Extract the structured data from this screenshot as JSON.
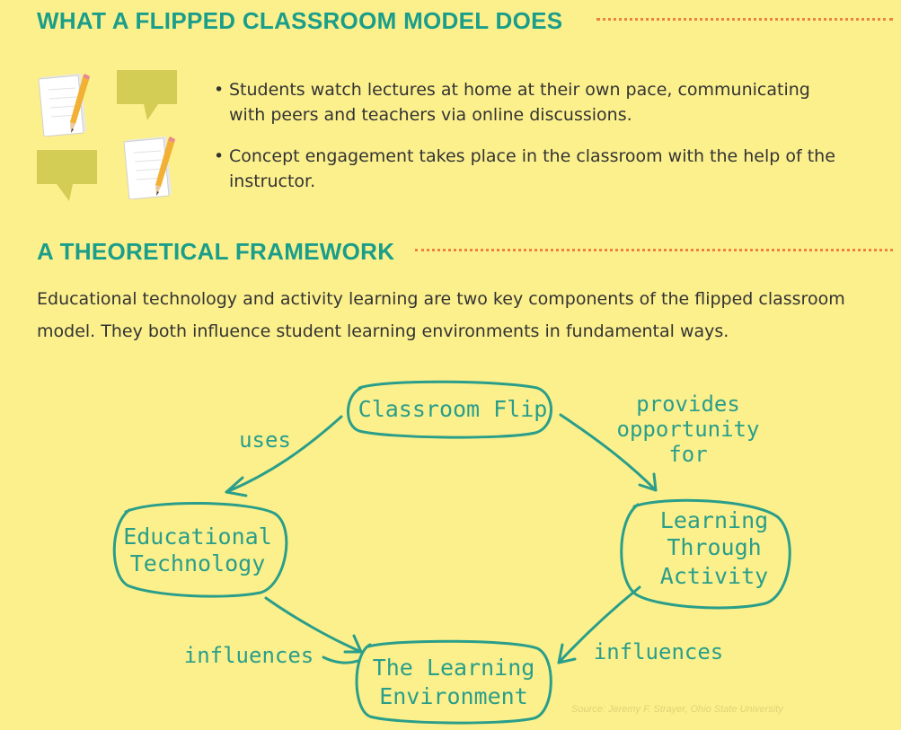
{
  "section1": {
    "title": "WHAT A FLIPPED CLASSROOM MODEL DOES",
    "bullets": [
      "Students watch lectures at home at their own pace, communicating with peers and teachers via online discussions.",
      "Concept engagement takes place in the classroom with the help of the instructor."
    ],
    "icons": [
      "notepad-pencil-icon",
      "speech-bubble-icon",
      "speech-bubble-icon",
      "notepad-pencil-icon"
    ]
  },
  "section2": {
    "title": "A THEORETICAL FRAMEWORK",
    "intro": "Educational technology and activity learning are two key components of the flipped classroom model. They both influence student learning environments in fundamental ways."
  },
  "diagram": {
    "nodes": {
      "classroom_flip": "Classroom Flip",
      "educational_technology": [
        "Educational",
        "Technology"
      ],
      "learning_through_activity": [
        "Learning",
        "Through",
        "Activity"
      ],
      "learning_environment": [
        "The Learning",
        "Environment"
      ]
    },
    "edges": {
      "uses": "uses",
      "provides": [
        "provides",
        "opportunity",
        "for"
      ],
      "influences_left": "influences",
      "influences_right": "influences"
    }
  },
  "source": "Source: Jeremy F. Strayer, Ohio State University",
  "colors": {
    "background": "#fcf08c",
    "heading": "#1a9e8a",
    "dots": "#f08040",
    "diagram_ink": "#2a9e8a",
    "speech_bubble": "#d3cd55",
    "body_text": "#333333"
  }
}
